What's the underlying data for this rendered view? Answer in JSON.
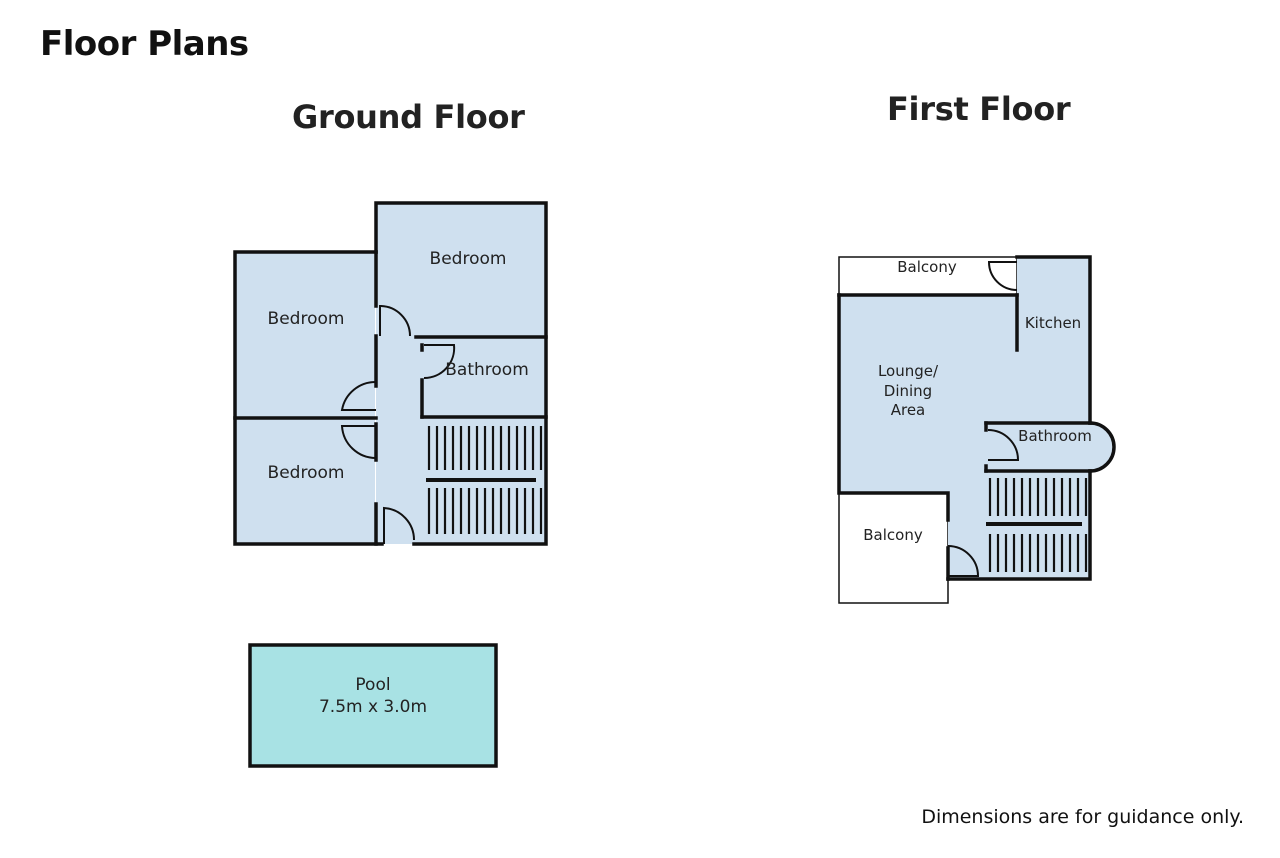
{
  "page_title": "Floor Plans",
  "ground_floor": {
    "title": "Ground Floor",
    "rooms": {
      "bedroom_top": "Bedroom",
      "bedroom_left": "Bedroom",
      "bedroom_bottom": "Bedroom",
      "bathroom": "Bathroom"
    },
    "pool": {
      "label": "Pool",
      "size": "7.5m x 3.0m"
    }
  },
  "first_floor": {
    "title": "First Floor",
    "rooms": {
      "balcony_top": "Balcony",
      "kitchen": "Kitchen",
      "lounge_line1": "Lounge/",
      "lounge_line2": "Dining",
      "lounge_line3": "Area",
      "bathroom": "Bathroom",
      "balcony_bottom": "Balcony"
    }
  },
  "disclaimer": "Dimensions are for guidance only.",
  "colors": {
    "room_fill": "#cfe0ef",
    "pool_fill": "#a8e2e4",
    "wall": "#111111"
  }
}
